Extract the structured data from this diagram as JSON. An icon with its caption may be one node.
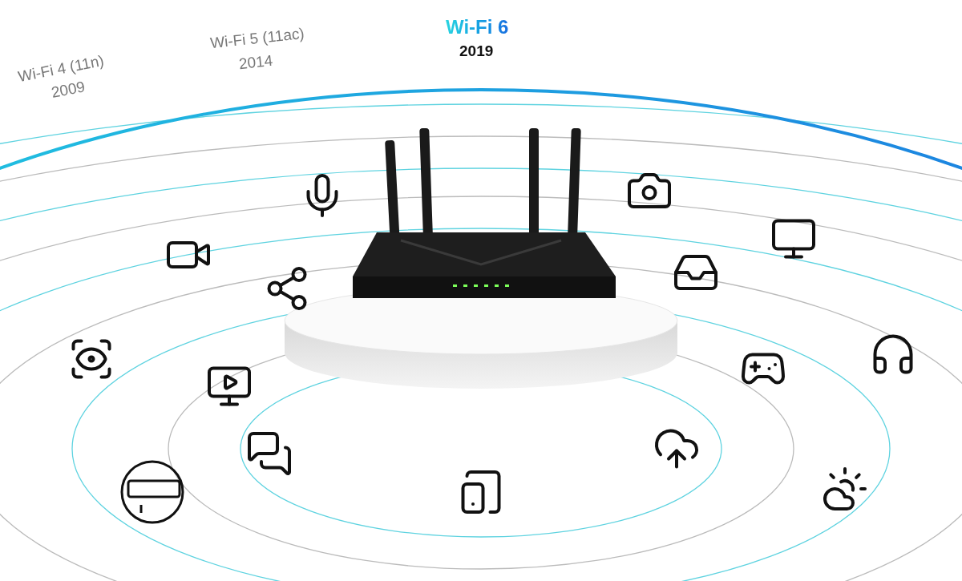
{
  "diagram": {
    "labels": [
      "Wi-Fi 4 (11n)",
      "2009",
      "Wi-Fi 5 (11ac)",
      "2014",
      "Wi-Fi 6",
      "2019"
    ]
  }
}
